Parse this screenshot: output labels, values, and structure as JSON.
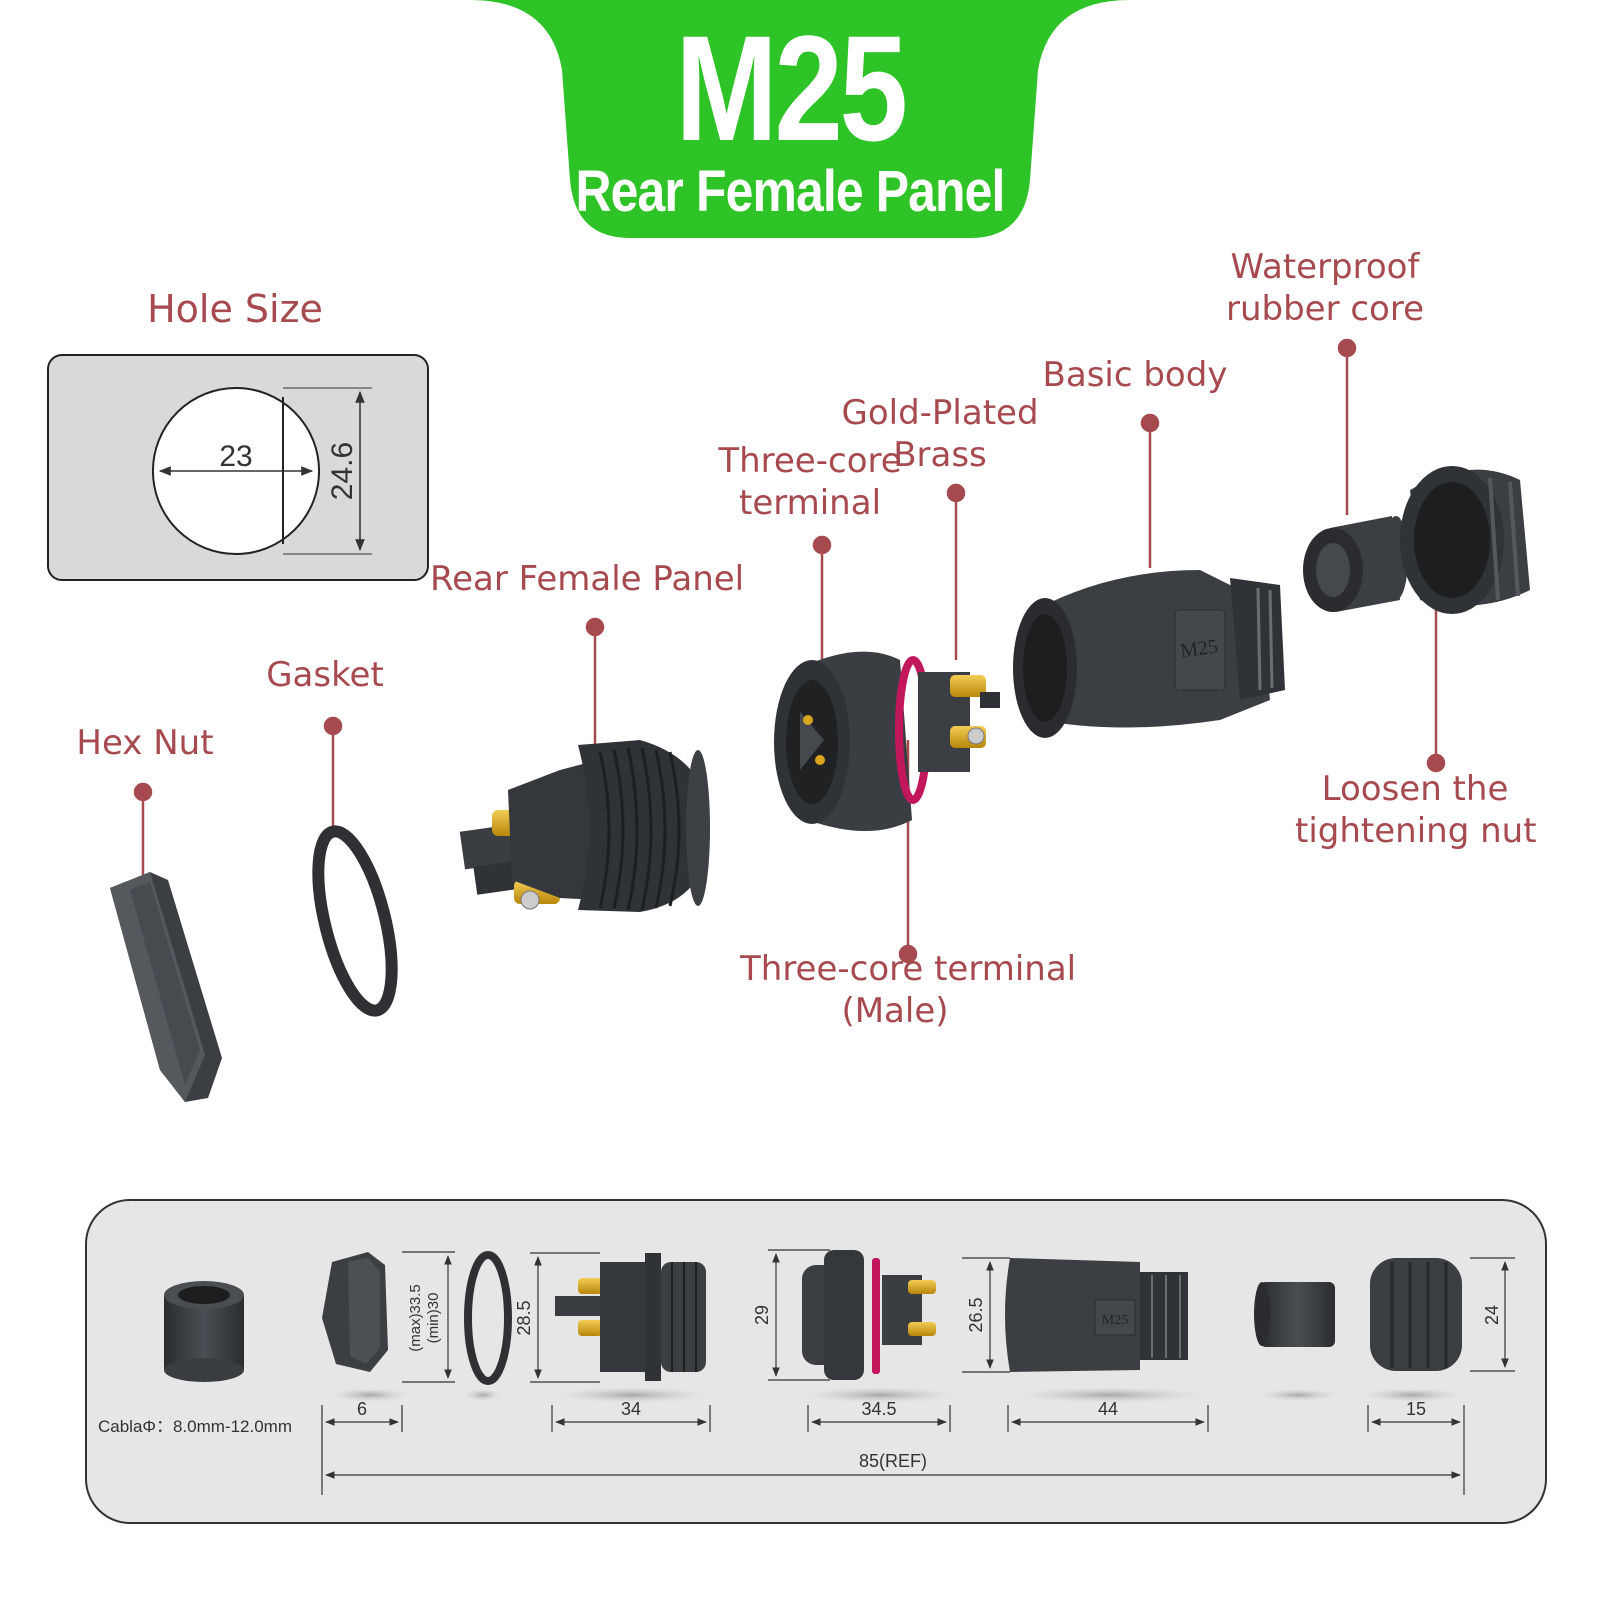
{
  "header": {
    "title": "M25",
    "subtitle": "Rear Female Panel",
    "color": "#2ec427"
  },
  "hole": {
    "title": "Hole Size",
    "width": "23",
    "height": "24.6"
  },
  "labels": {
    "hex_nut": "Hex Nut",
    "gasket": "Gasket",
    "rear_female_panel": "Rear Female Panel",
    "three_core_terminal_l1": "Three-core",
    "three_core_terminal_l2": "terminal",
    "gold_plated_l1": "Gold-Plated",
    "gold_plated_l2": "Brass",
    "basic_body": "Basic body",
    "waterproof_l1": "Waterproof",
    "waterproof_l2": "rubber core",
    "loosen_l1": "Loosen the",
    "loosen_l2": "tightening nut",
    "male_l1": "Three-core terminal",
    "male_l2": "(Male)"
  },
  "dims": {
    "cable": "CablaΦ：8.0mm-12.0mm",
    "nut_width": "6",
    "nut_height_max": "(max)33.5",
    "nut_height_min": "(min)30",
    "panel_height": "28.5",
    "panel_width": "34",
    "terminal_height": "29",
    "terminal_width": "34.5",
    "body_height": "26.5",
    "body_width": "44",
    "cap_width": "15",
    "cap_height": "24",
    "total": "85(REF)"
  },
  "colors": {
    "label": "#a64a4f",
    "part": "#3b3e42",
    "panel_bg": "#e6e6e6",
    "seal": "#c2185b",
    "brass": "#d9a520"
  }
}
